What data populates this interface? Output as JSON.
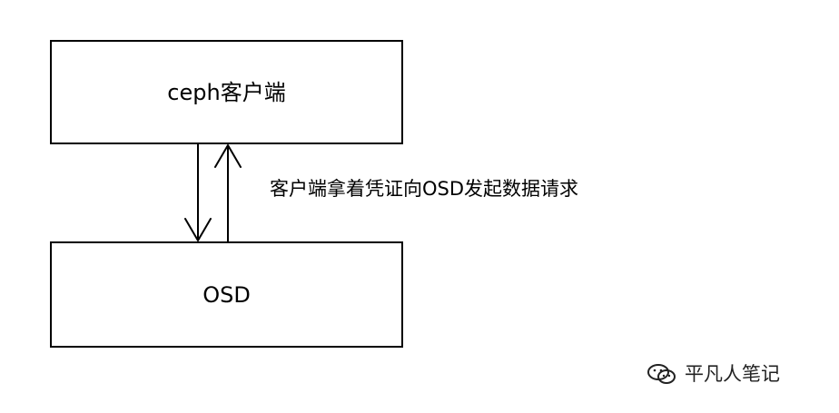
{
  "diagram": {
    "nodes": {
      "client": {
        "label": "ceph客户端"
      },
      "osd": {
        "label": "OSD"
      }
    },
    "edge_label": "客户端拿着凭证向OSD发起数据请求",
    "colors": {
      "stroke": "#000000",
      "background": "#ffffff",
      "watermark": "#222222"
    }
  },
  "watermark": {
    "icon": "wechat-icon",
    "text": "平凡人笔记"
  }
}
